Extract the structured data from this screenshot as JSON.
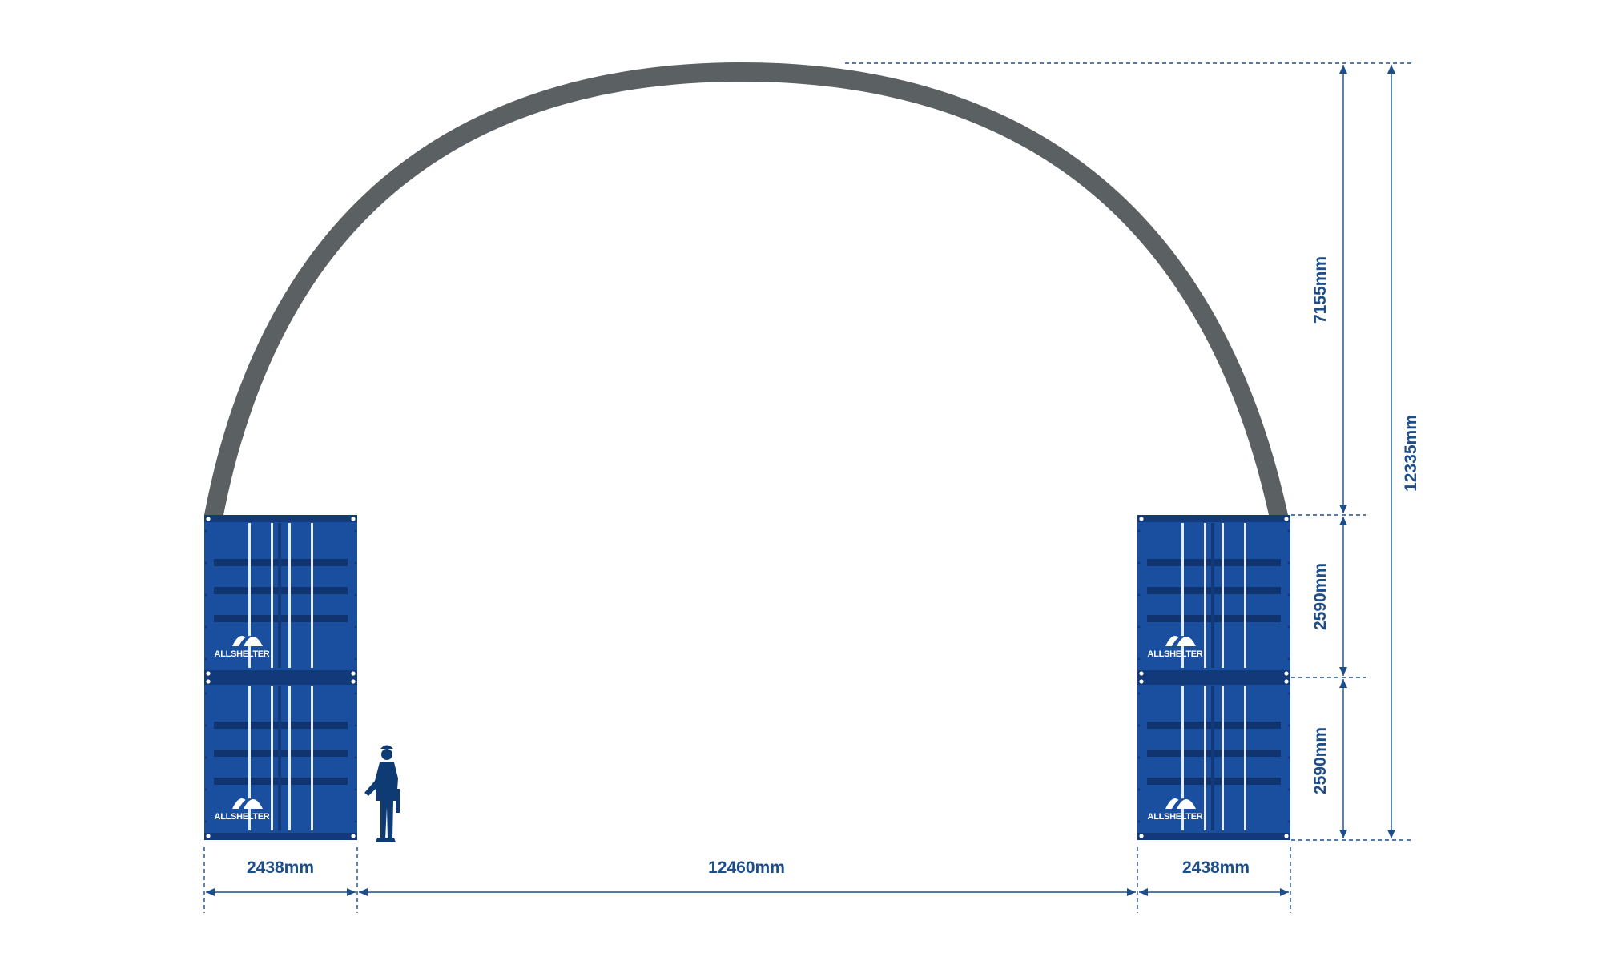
{
  "colors": {
    "arch": "#5b6062",
    "container": "#1a4fa0",
    "container_dark": "#123a7a",
    "container_rib": "#0f3470",
    "door_bar": "#e6ecf5",
    "dimension": "#1d4e89",
    "silhouette": "#0f3b74",
    "logo": "#ffffff"
  },
  "icons": {
    "logo": "allshelter-logo-icon",
    "person": "person-silhouette-icon"
  },
  "containers": [
    {
      "id": "left-top",
      "logo_text": "ALLSHELTER"
    },
    {
      "id": "left-bottom",
      "logo_text": "ALLSHELTER"
    },
    {
      "id": "right-top",
      "logo_text": "ALLSHELTER"
    },
    {
      "id": "right-bottom",
      "logo_text": "ALLSHELTER"
    }
  ],
  "dimensions": {
    "left_container_width": "2438mm",
    "span_width": "12460mm",
    "right_container_width": "2438mm",
    "arch_rise": "7155mm",
    "upper_container_height": "2590mm",
    "lower_container_height": "2590mm",
    "total_height": "12335mm"
  }
}
